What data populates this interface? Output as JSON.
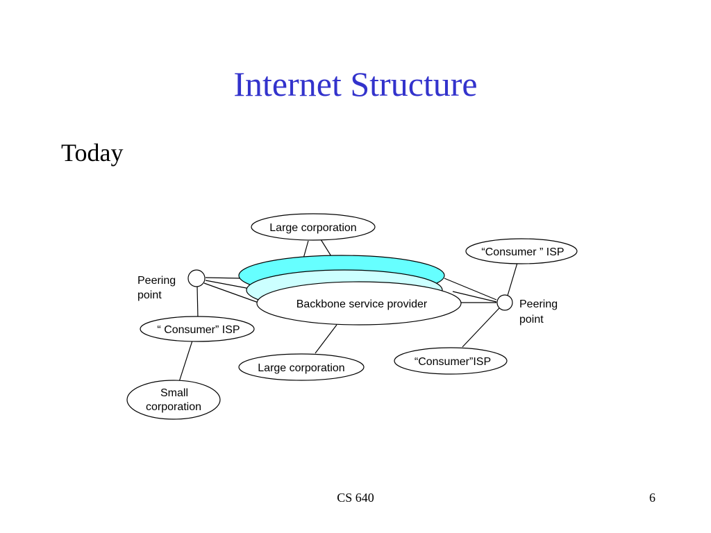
{
  "slide": {
    "title": "Internet Structure",
    "subtitle": "Today",
    "footer_course": "CS 640",
    "footer_page": "6"
  },
  "diagram": {
    "backbone_label": "Backbone service provider",
    "large_corp_top": "Large corporation",
    "large_corp_bottom": "Large corporation",
    "consumer_isp_right_top": "“Consumer ” ISP",
    "consumer_isp_left": "“ Consumer” ISP",
    "consumer_isp_right_bottom": "“Consumer”ISP",
    "small_corp_line1": "Small",
    "small_corp_line2": "corporation",
    "peering_left_line1": "Peering",
    "peering_left_line2": "point",
    "peering_right_line1": "Peering",
    "peering_right_line2": "point",
    "colors": {
      "title": "#3333cc",
      "backbone_back": "#66ffff",
      "backbone_middle": "#ccffff",
      "backbone_front": "#ffffff"
    }
  }
}
